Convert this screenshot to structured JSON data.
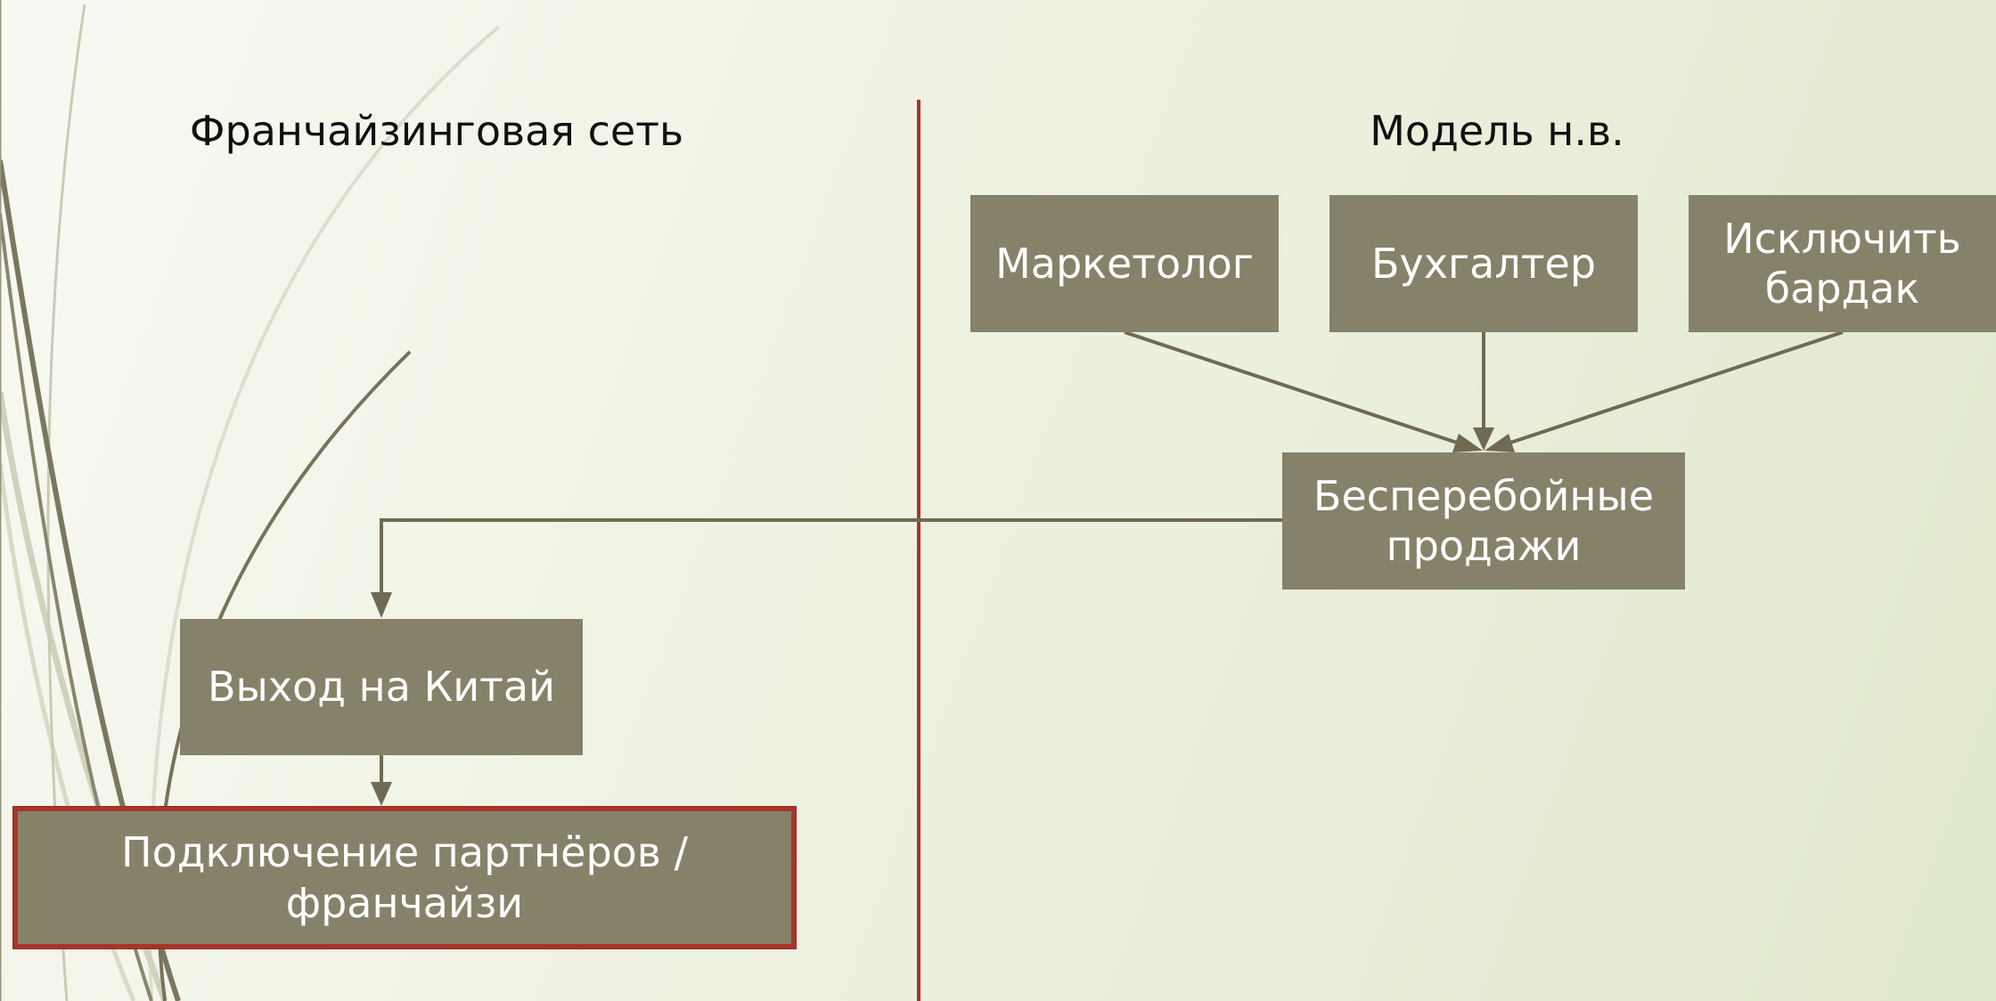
{
  "left_section": {
    "title": "Франчайзинговая сеть",
    "boxes": {
      "china": "Выход на Китай",
      "partners": "Подключение партнёров / франчайзи"
    }
  },
  "right_section": {
    "title": "Модель н.в.",
    "boxes": {
      "marketer": "Маркетолог",
      "accountant": "Бухгалтер",
      "chaos": "Исключить бардак",
      "sales": "Бесперебойные продажи"
    }
  },
  "colors": {
    "box_fill": "#86826a",
    "connector": "#6f6b52",
    "divider": "#a8352a",
    "highlight_border": "#a8352a"
  }
}
